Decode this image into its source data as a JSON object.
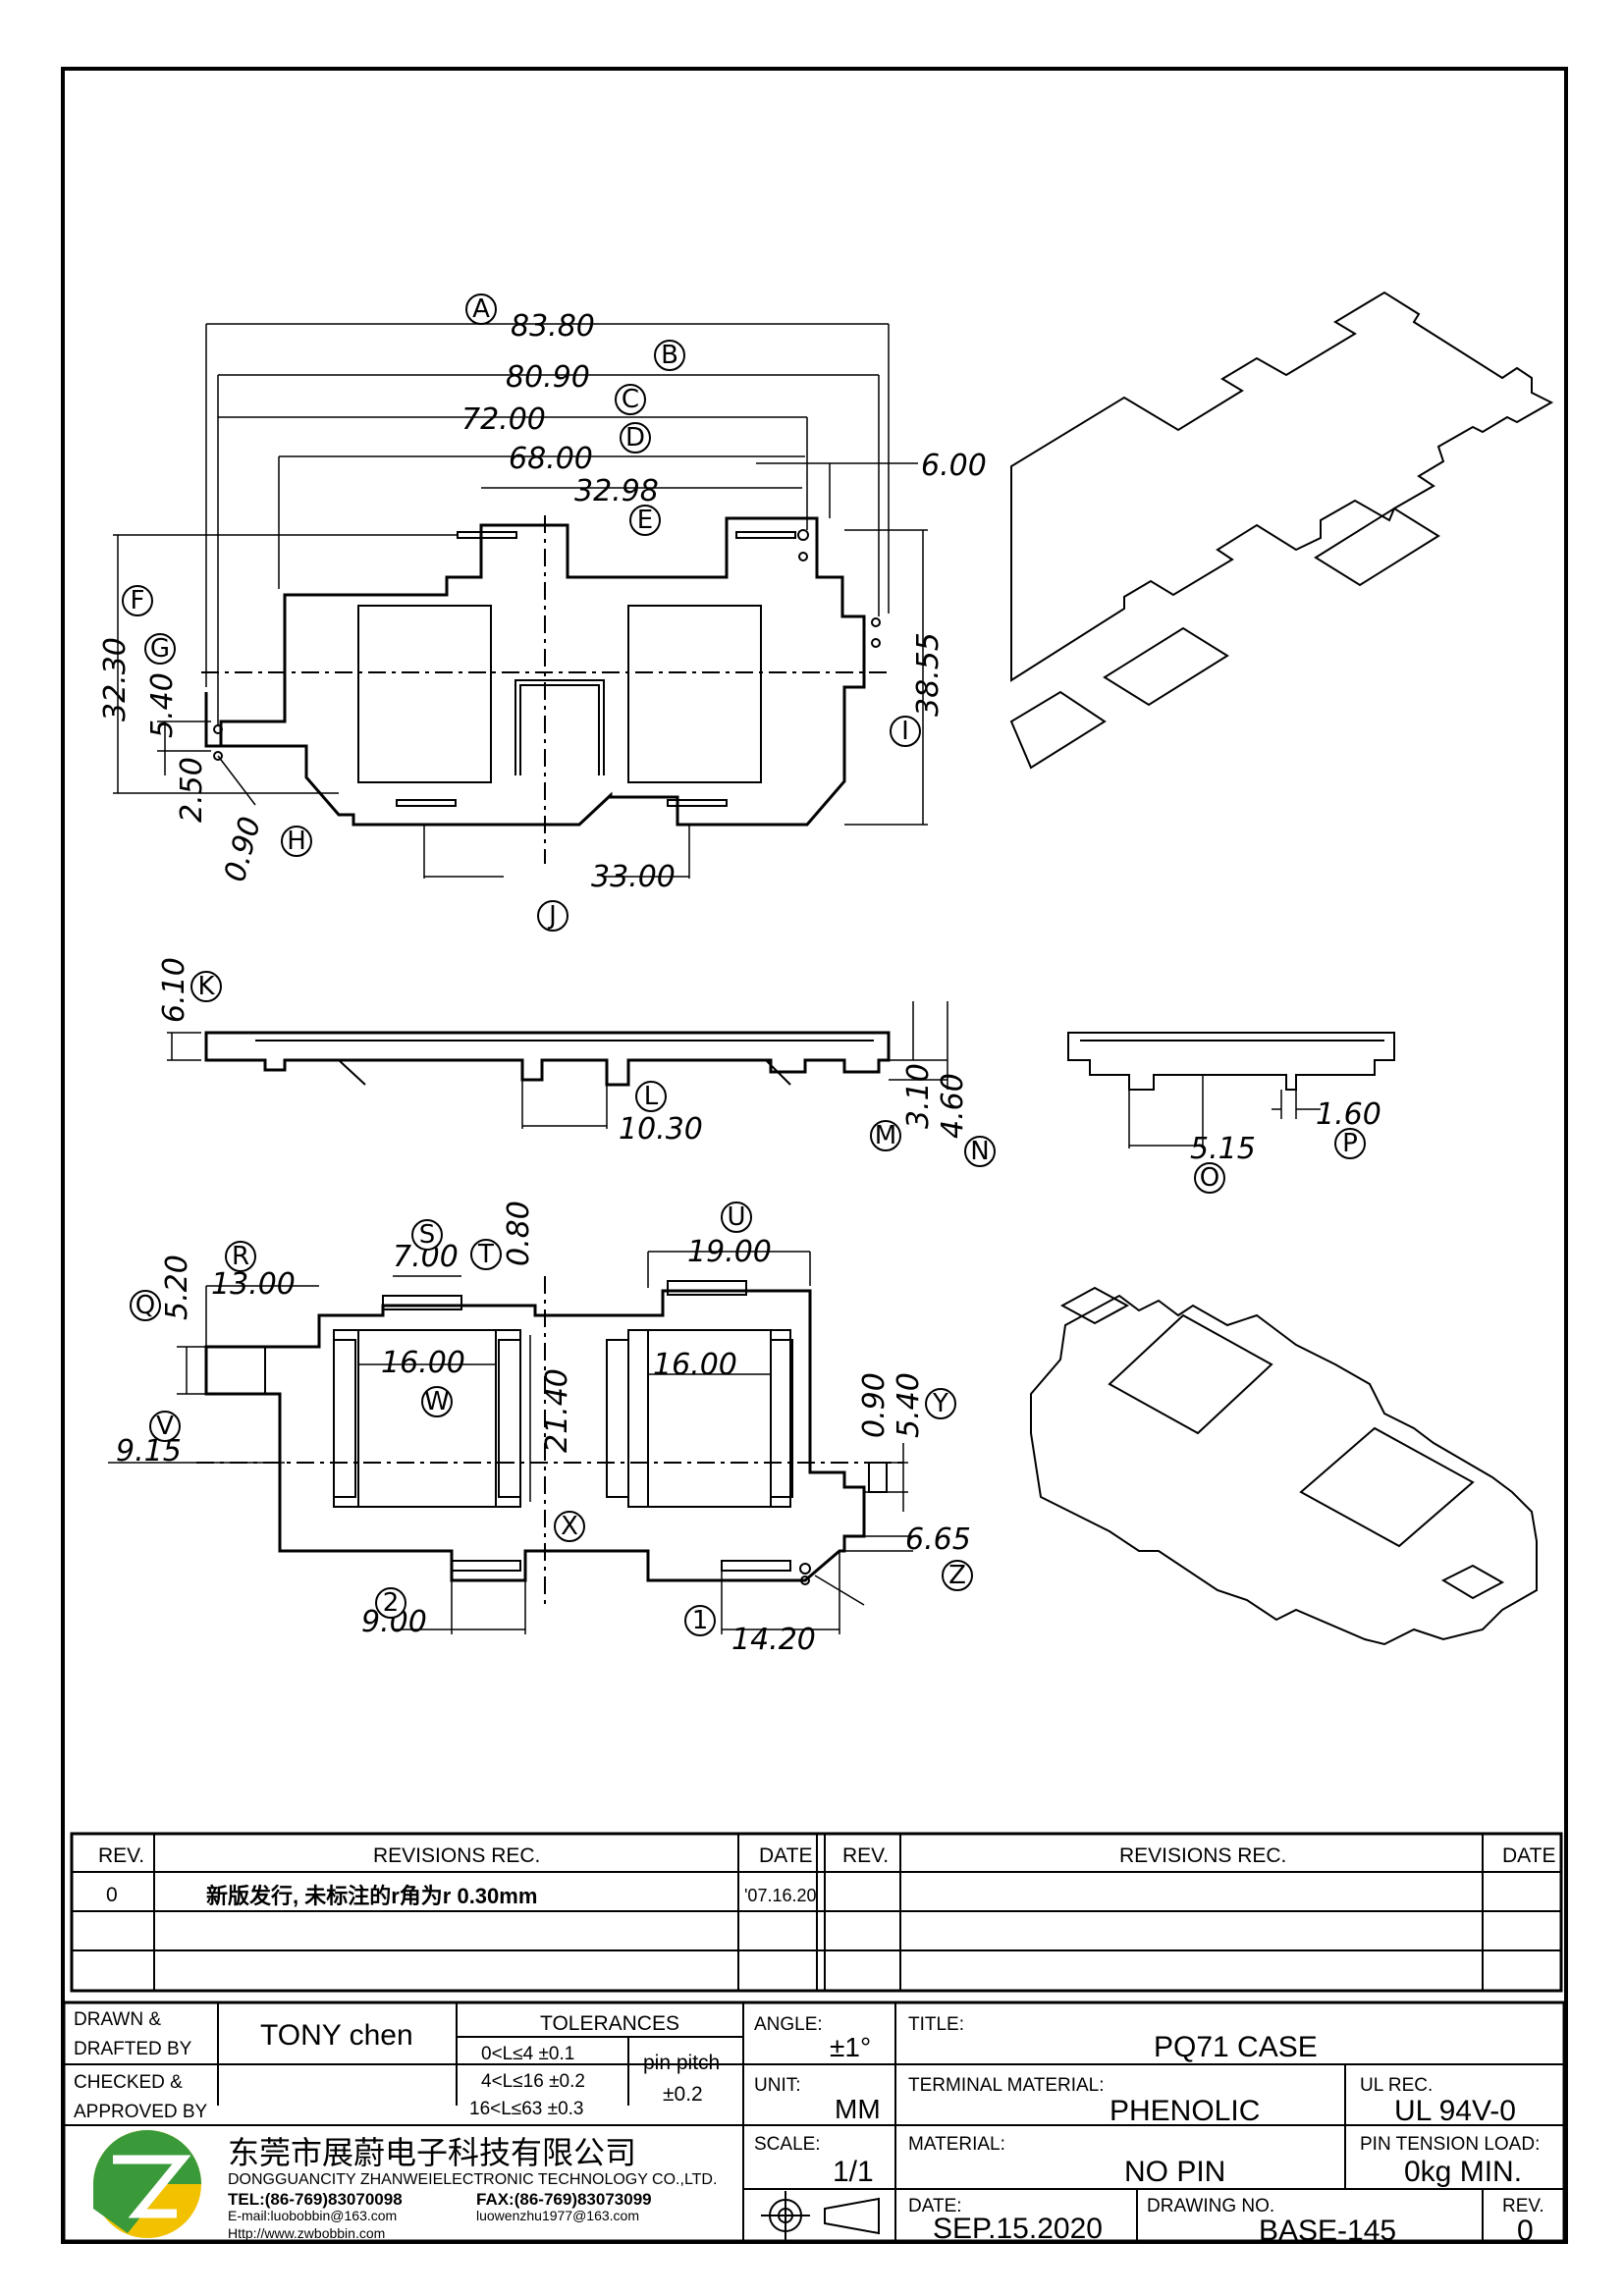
{
  "dimensions": {
    "top": {
      "A": "83.80",
      "B": "80.90",
      "C": "72.00",
      "D": "68.00",
      "E": "32.98",
      "e_right": "6.00",
      "F": "32.30",
      "G": "5.40",
      "g_bottom": "2.50",
      "H": "0.90",
      "I": "38.55",
      "J": "33.00"
    },
    "side": {
      "K": "6.10",
      "L": "10.30",
      "M": "3.10",
      "N": "4.60",
      "O": "5.15",
      "P": "1.60"
    },
    "bottom": {
      "R": "13.00",
      "S": "7.00",
      "T": "0.80",
      "U": "19.00",
      "Q": "5.20",
      "W": "16.00",
      "w2": "16.00",
      "x_vert": "21.40",
      "V": "9.15",
      "Y": "5.40",
      "y_hole": "0.90",
      "Z": "6.65",
      "n2": "9.00",
      "n1": "14.20"
    }
  },
  "callouts": [
    "A",
    "B",
    "C",
    "D",
    "E",
    "F",
    "G",
    "H",
    "I",
    "J",
    "K",
    "L",
    "M",
    "N",
    "O",
    "P",
    "Q",
    "R",
    "S",
    "T",
    "U",
    "V",
    "W",
    "X",
    "Y",
    "Z",
    "1",
    "2"
  ],
  "revisions": {
    "headers": {
      "rev": "REV.",
      "revisions": "REVISIONS  REC.",
      "date": "DATE"
    },
    "rows": [
      {
        "rev": "0",
        "text": "新版发行, 未标注的r角为r 0.30mm",
        "date": "'07.16.20"
      }
    ]
  },
  "title_block": {
    "drawn_label_1": "DRAWN &",
    "drawn_label_2": "DRAFTED BY",
    "drawn_by": "TONY  chen",
    "checked_label_1": "CHECKED &",
    "checked_label_2": "APPROVED BY",
    "tolerances_title": "TOLERANCES",
    "tol_rows": [
      "0<L≤4   ±0.1",
      "4<L≤16  ±0.2",
      "16<L≤63 ±0.3"
    ],
    "pin_pitch_label": "pin pitch",
    "pin_pitch_value": "±0.2",
    "angle_label": "ANGLE:",
    "angle_value": "±1°",
    "unit_label": "UNIT:",
    "unit_value": "MM",
    "scale_label": "SCALE:",
    "scale_value": "1/1",
    "title_label": "TITLE:",
    "title_value": "PQ71  CASE",
    "terminal_label": "TERMINAL MATERIAL:",
    "terminal_value": "PHENOLIC",
    "ul_label": "UL REC.",
    "ul_value": "UL 94V-0",
    "material_label": "MATERIAL:",
    "material_value": "NO PIN",
    "pin_tension_label": "PIN TENSION LOAD:",
    "pin_tension_value": "0kg MIN.",
    "date_label": "DATE:",
    "date_value": "SEP.15.2020",
    "drawing_no_label": "DRAWING NO.",
    "drawing_no_value": "BASE-145",
    "rev_label": "REV.",
    "rev_value": "0",
    "company_cn": "东莞市展蔚电子科技有限公司",
    "company_en": "DONGGUANCITY ZHANWEIELECTRONIC TECHNOLOGY CO.,LTD.",
    "tel": "TEL:(86-769)83070098",
    "fax": "FAX:(86-769)83073099",
    "email": "E-mail:luobobbin@163.com",
    "email2": "luowenzhu1977@163.com",
    "web": "Http://www.zwbobbin.com",
    "logo_colors": {
      "green": "#3a9a3a",
      "yellow": "#f2c200"
    }
  }
}
